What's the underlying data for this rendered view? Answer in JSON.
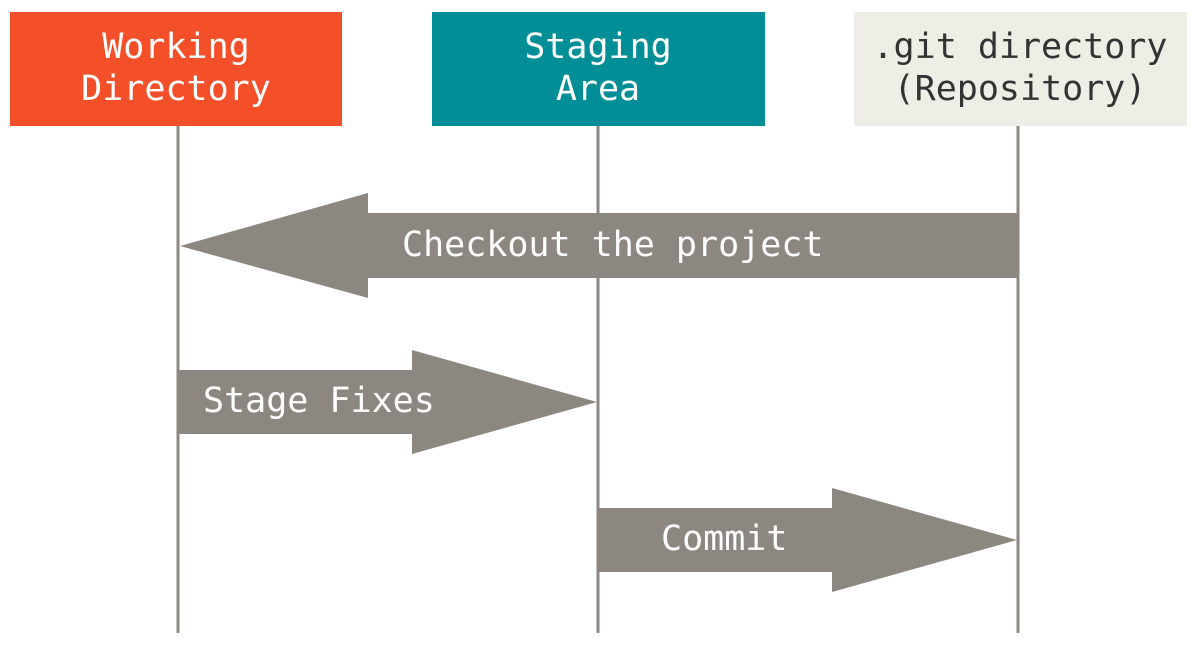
{
  "colors": {
    "working": "#f34f29",
    "staging": "#018e96",
    "repo": "#efeee6",
    "arrow": "#8c8780",
    "lifeline": "#8c8780",
    "header_text_light": "#ffffff",
    "header_text_dark": "#333333"
  },
  "headers": {
    "working": {
      "line1": "Working",
      "line2": "Directory"
    },
    "staging": {
      "line1": "Staging",
      "line2": "Area"
    },
    "repo": {
      "line1": ".git directory",
      "line2": "(Repository)"
    }
  },
  "arrows": {
    "checkout": {
      "label": "Checkout the project",
      "from": "repo",
      "to": "working"
    },
    "stage": {
      "label": "Stage Fixes",
      "from": "working",
      "to": "staging"
    },
    "commit": {
      "label": "Commit",
      "from": "staging",
      "to": "repo"
    }
  }
}
